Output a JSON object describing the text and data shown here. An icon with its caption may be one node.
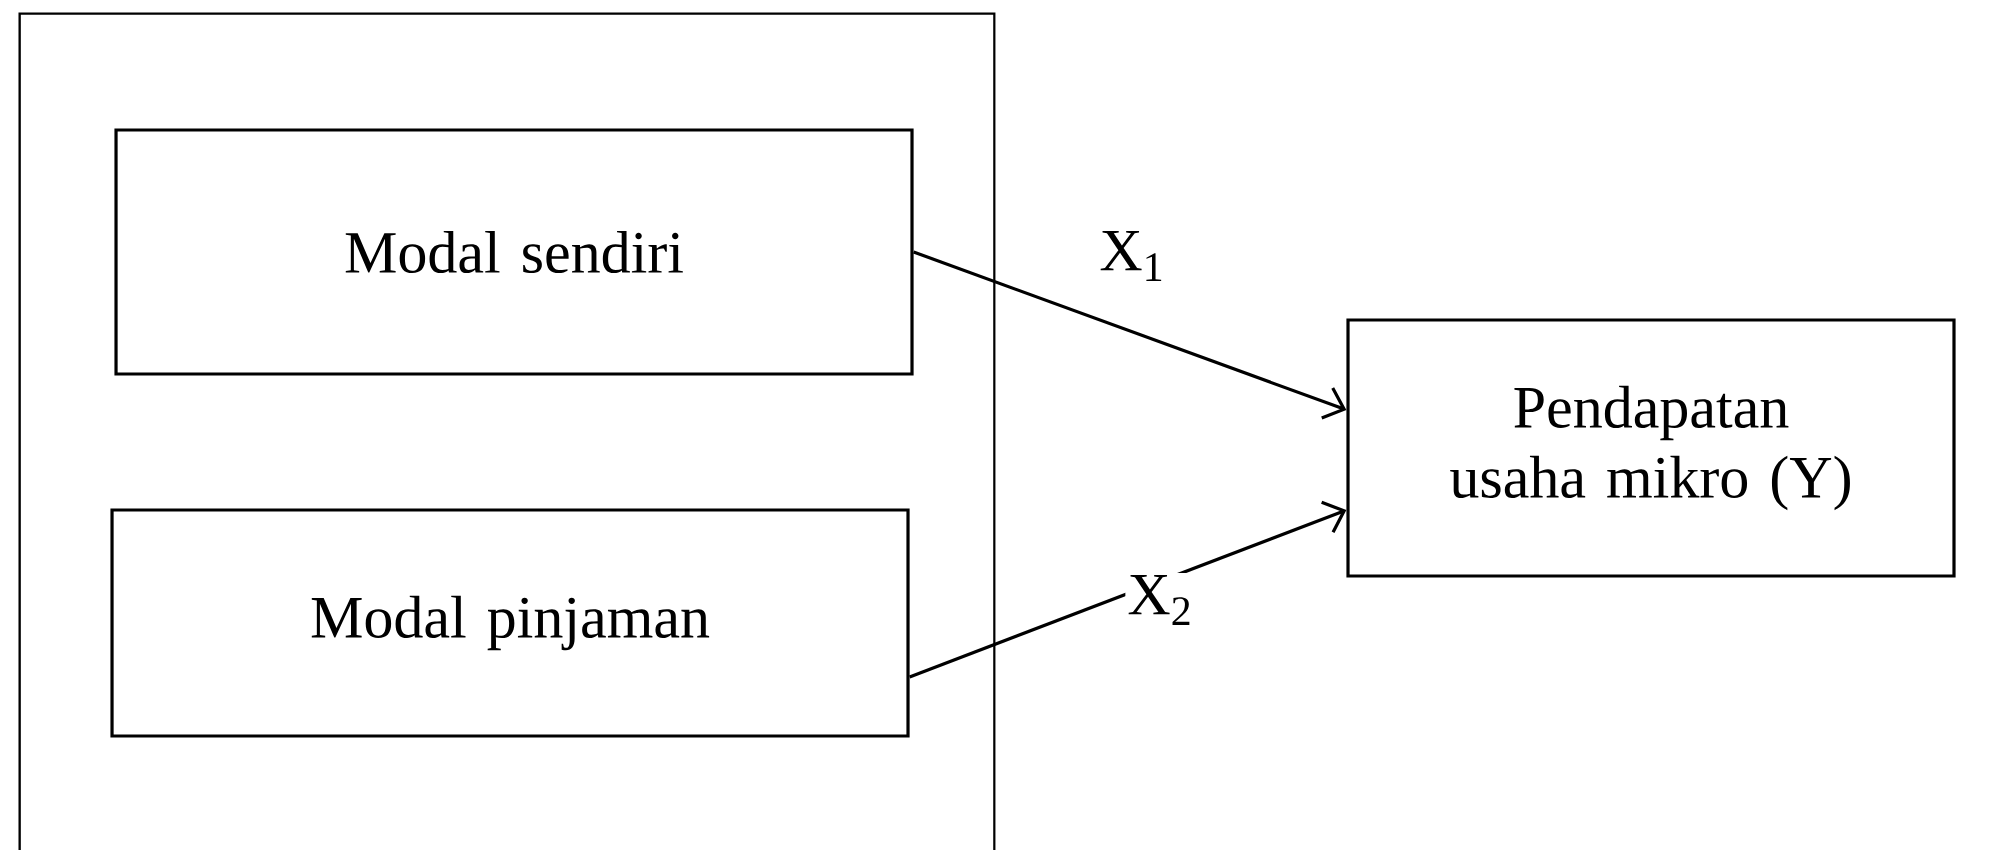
{
  "diagram": {
    "nodes": [
      {
        "text": [],
        "shape": "box"
      },
      {
        "text": [
          "Modal sendiri"
        ],
        "in": 0
      },
      {
        "text": [
          "Modal pinjaman"
        ],
        "in": 0
      },
      {
        "text": [
          "Pendapatan usaha mikro (Y)"
        ]
      }
    ],
    "edges": [
      {
        "from": 1,
        "to": 3,
        "arrow": "to",
        "label": "X$_{1}$"
      },
      {
        "from": 2,
        "to": 3,
        "arrow": "to",
        "label": "X$_{2}$"
      }
    ]
  }
}
